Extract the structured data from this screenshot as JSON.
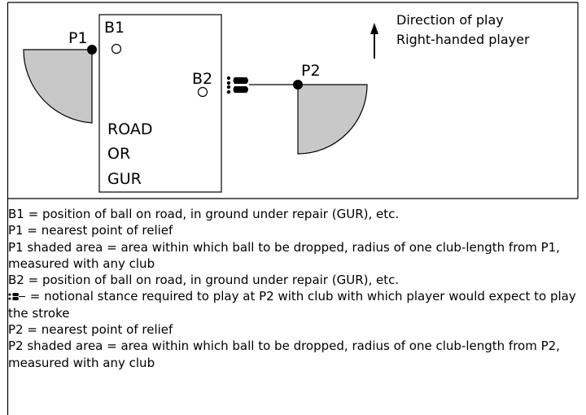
{
  "diagram": {
    "ball1_label": "B1",
    "ball2_label": "B2",
    "point1_label": "P1",
    "point2_label": "P2",
    "area_lines": [
      "ROAD",
      "OR",
      "GUR"
    ],
    "direction_line1": "Direction of play",
    "direction_line2": "Right-handed player",
    "colors": {
      "shade": "#c8c8c8",
      "ink": "#000000"
    }
  },
  "legend": {
    "b1": "B1 = position of ball on road, in ground under repair (GUR), etc.",
    "p1": "P1 = nearest point of relief",
    "p1_shaded": "P1 shaded area = area within which ball to be dropped, radius of one club-length from P1, measured with any club",
    "b2": "B2 = position of ball on road, in ground under repair (GUR), etc.",
    "stance": " = notional stance required to play at P2 with club with which player would expect to play the stroke",
    "p2": "P2 = nearest point of relief",
    "p2_shaded": "P2 shaded area = area within which ball to be dropped, radius of one club-length from P2, measured with any club"
  }
}
